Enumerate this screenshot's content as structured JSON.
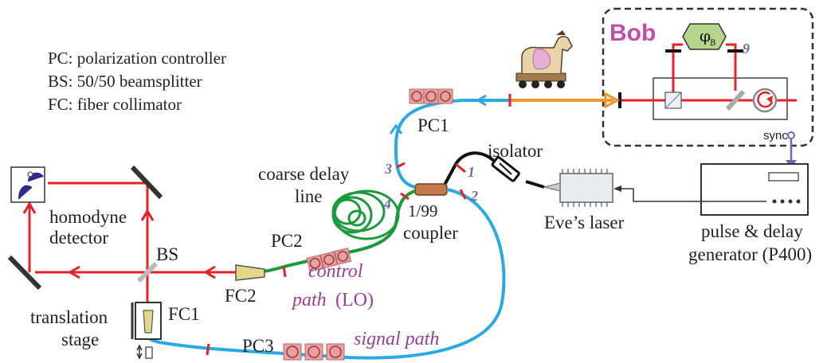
{
  "legend": {
    "pc": "PC: polarization controller",
    "bs": "BS: 50/50 beamsplitter",
    "fc": "FC: fiber collimator"
  },
  "labels": {
    "bob": "Bob",
    "phi_b": "φ",
    "phi_b_sub": "B",
    "port9": "9",
    "pc1": "PC1",
    "pc2": "PC2",
    "pc3": "PC3",
    "sync": "sync",
    "isolator": "isolator",
    "coarse_delay_line_1": "coarse delay",
    "coarse_delay_line_2": "line",
    "port1": "1",
    "port2": "2",
    "port3": "3",
    "port4": "4",
    "coupler_1": "1/99",
    "coupler_2": "coupler",
    "eves_laser": "Eve’s laser",
    "pulse_gen_1": "pulse & delay",
    "pulse_gen_2": "generator (P400)",
    "homodyne_1": "homodyne",
    "homodyne_2": "detector",
    "bs": "BS",
    "fc1": "FC1",
    "fc2": "FC2",
    "translation_1": "translation",
    "translation_2": "stage",
    "control_path_1": "control",
    "control_path_2": "path",
    "control_path_lo": "(LO)",
    "signal_path": "signal path"
  },
  "colors": {
    "laser_red": "#e8202a",
    "fiber_blue": "#2aaae2",
    "fiber_green": "#1a9a3a",
    "fiber_orange": "#f0962a",
    "fiber_black": "#111111",
    "accent_purple": "#9b3d97",
    "bob_pink": "#c04fa8",
    "phase_green": "#b6d48a",
    "pc_pink": "#e8a0a0",
    "sync_purple": "#6a6ab0"
  },
  "icons": {
    "trojan_horse": "trojan-horse-icon",
    "circulator": "circulator-icon",
    "phase_modulator": "phase-modulator-icon"
  }
}
